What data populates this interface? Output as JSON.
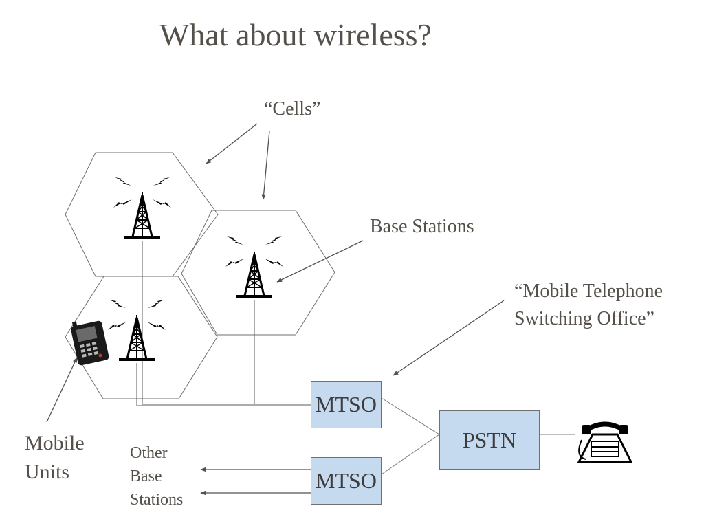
{
  "title": "What about wireless?",
  "labels": {
    "cells": "“Cells”",
    "base_stations": "Base Stations",
    "mtso_full": "“Mobile Telephone\nSwitching Office”",
    "mobile_units": "Mobile\nUnits",
    "other_base_stations": "Other\nBase\nStations"
  },
  "nodes": {
    "mtso_top": "MTSO",
    "mtso_bottom": "MTSO",
    "pstn": "PSTN"
  },
  "icons": {
    "tower": "radio-tower-icon",
    "mobile": "cell-phone-icon",
    "phone": "desk-telephone-icon"
  },
  "colors": {
    "text": "#55504a",
    "box_fill": "#c5d9ef",
    "line": "#5a5a5a"
  }
}
